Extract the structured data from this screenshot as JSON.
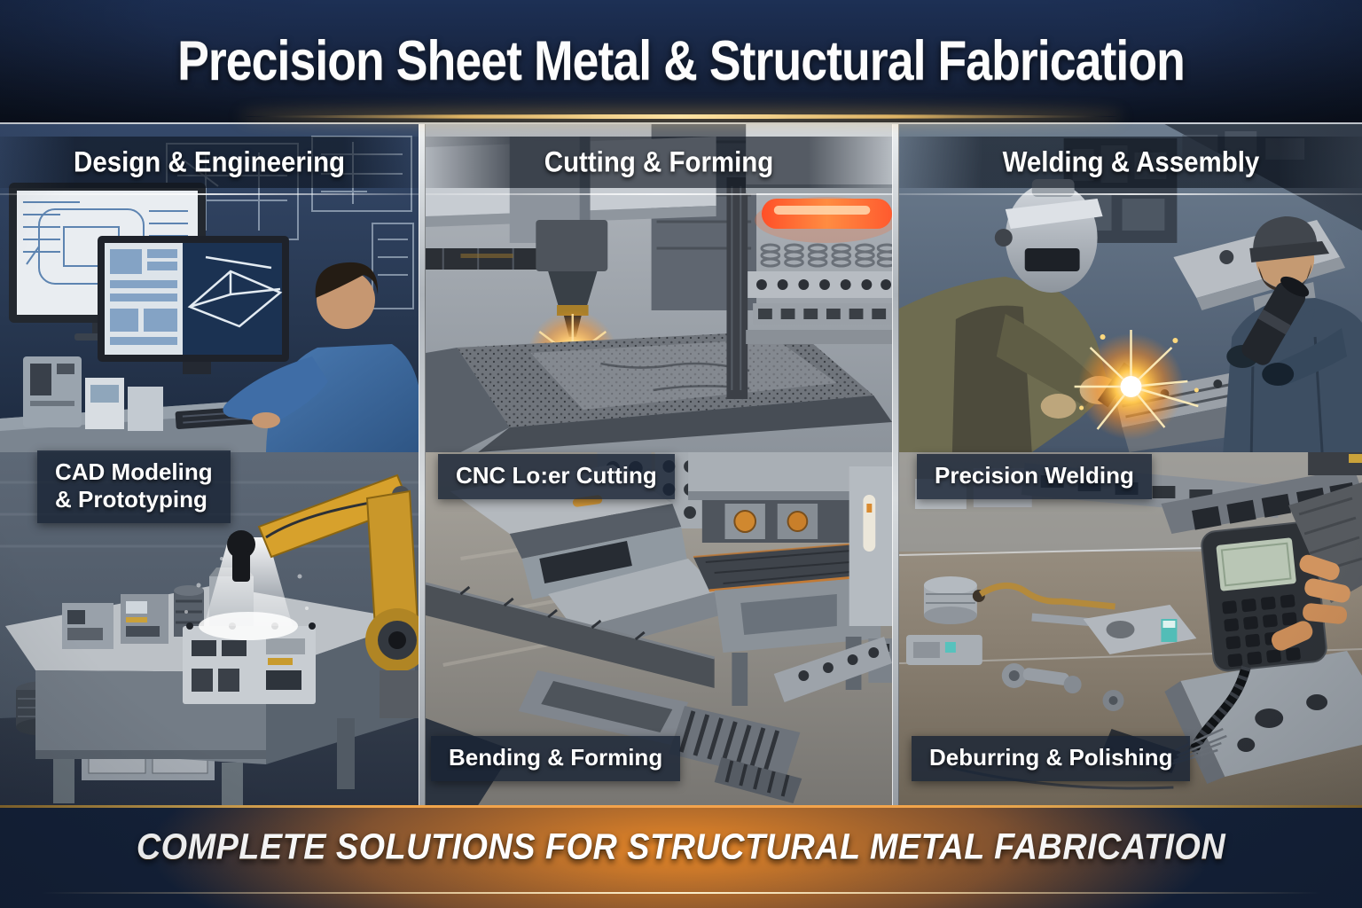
{
  "title": "Precision Sheet Metal & Structural Fabrication",
  "banner": "COMPLETE SOLUTIONS FOR STRUCTURAL METAL FABRICATION",
  "columns": {
    "design": {
      "header": "Design & Engineering",
      "label_top_line1": "CAD Modeling",
      "label_top_line2": "& Prototyping"
    },
    "cutting": {
      "header": "Cutting & Forming",
      "label_top": "CNC Lo:er Cutting",
      "label_bottom": "Bending & Forming"
    },
    "welding": {
      "header": "Welding & Assembly",
      "label_top": "Precision Welding",
      "label_bottom": "Deburring & Polishing"
    }
  },
  "colors": {
    "title_band_navy": "#17243f",
    "banner_navy": "#142138",
    "gold_accent": "#f3c269",
    "banner_glow_orange": "#ec822a",
    "label_backdrop": "#182334",
    "robot_arm_yellow": "#d7a12c",
    "laser_glow_orange": "#ffd27a",
    "heated_bar_red": "#ff4f28",
    "weld_spark_yellow": "#ffc84f"
  }
}
